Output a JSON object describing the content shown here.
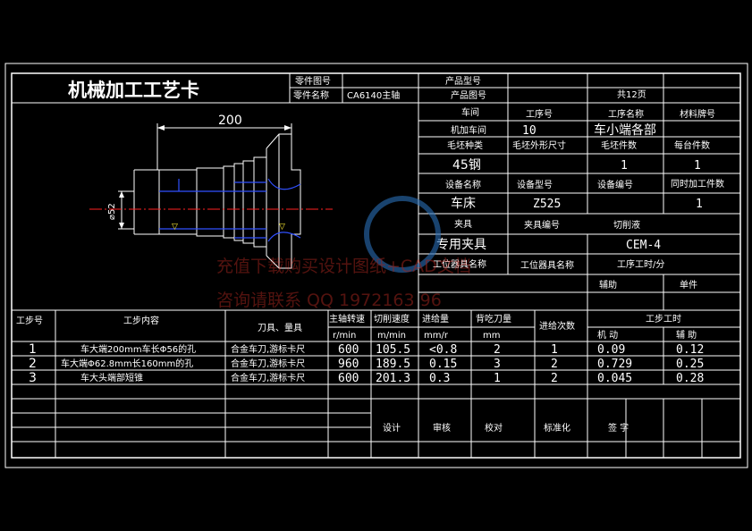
{
  "title": "机械加工工艺卡",
  "header": {
    "part_drawing_no": "零件图号",
    "part_name_label": "零件名称",
    "part_name": "CA6140主轴",
    "product_model": "产品型号",
    "product_drawing_no": "产品图号",
    "total_pages": "共12页"
  },
  "info": {
    "workshop": "车间",
    "workshop_value": "机加车间",
    "process_no": "工序号",
    "process_no_value": "10",
    "process_name": "工序名称",
    "process_name_value": "车小端各部",
    "material": "材料牌号",
    "blank_type": "毛坯种类",
    "blank_type_value": "45钢",
    "blank_size": "毛坯外形尺寸",
    "blank_count": "毛坯件数",
    "blank_count_value": "1",
    "per_unit": "每台件数",
    "per_unit_value": "1",
    "equip_name": "设备名称",
    "equip_name_value": "车床",
    "equip_model": "设备型号",
    "equip_model_value": "Z525",
    "equip_no": "设备编号",
    "simul_parts": "同时加工件数",
    "simul_parts_value": "1",
    "fixture": "夹具",
    "fixture_no": "夹具编号",
    "coolant": "切削液",
    "fixture_value": "专用夹具",
    "coolant_value": "CEM-4",
    "station_tool_name": "工位器具名称",
    "station_tool_name2": "工位器具名称",
    "process_time": "工序工时/分",
    "aux": "辅助",
    "unit": "单件"
  },
  "drawing": {
    "dim_length": "200",
    "dim_dia": "⌀52"
  },
  "table": {
    "headers": {
      "step_no": "工步号",
      "step_content": "工步内容",
      "tools": "刀具、量具",
      "spindle_speed": "主轴转速",
      "cut_speed": "切削速度",
      "feed": "进给量",
      "depth": "背吃刀量",
      "passes": "进给次数",
      "step_time": "工步工时",
      "unit_rmin": "r/min",
      "unit_mmin": "m/min",
      "unit_mmr": "mm/r",
      "unit_mm": "mm",
      "machine": "机 动",
      "auxiliary": "辅 助"
    },
    "rows": [
      {
        "no": "1",
        "content": "车大端200mm车长Φ56的孔",
        "tool": "合金车刀,游标卡尺",
        "rpm": "600",
        "vc": "105.5",
        "feed": "<0.8",
        "ap": "2",
        "passes": "1",
        "tm": "0.09",
        "ta": "0.12"
      },
      {
        "no": "2",
        "content": "车大端Φ62.8mm长160mm的孔",
        "tool": "合金车刀,游标卡尺",
        "rpm": "960",
        "vc": "189.5",
        "feed": "0.15",
        "ap": "3",
        "passes": "2",
        "tm": "0.729",
        "ta": "0.25"
      },
      {
        "no": "3",
        "content": "车大头端部短锥",
        "tool": "合金车刀,游标卡尺",
        "rpm": "600",
        "vc": "201.3",
        "feed": "0.3",
        "ap": "1",
        "passes": "2",
        "tm": "0.045",
        "ta": "0.28"
      }
    ]
  },
  "signoff": {
    "design": "设计",
    "review": "审核",
    "proof": "校对",
    "standard": "标准化",
    "sign": "签 字"
  },
  "watermark": {
    "line1": "充值下载购买设计图纸+CAD文档",
    "line2": "咨询请联系 QQ 1972163 96"
  },
  "colors": {
    "line": "#ffffff",
    "centerline": "#ff2020",
    "hidden": "#3050ff",
    "watermark": "#ff3b2f"
  }
}
